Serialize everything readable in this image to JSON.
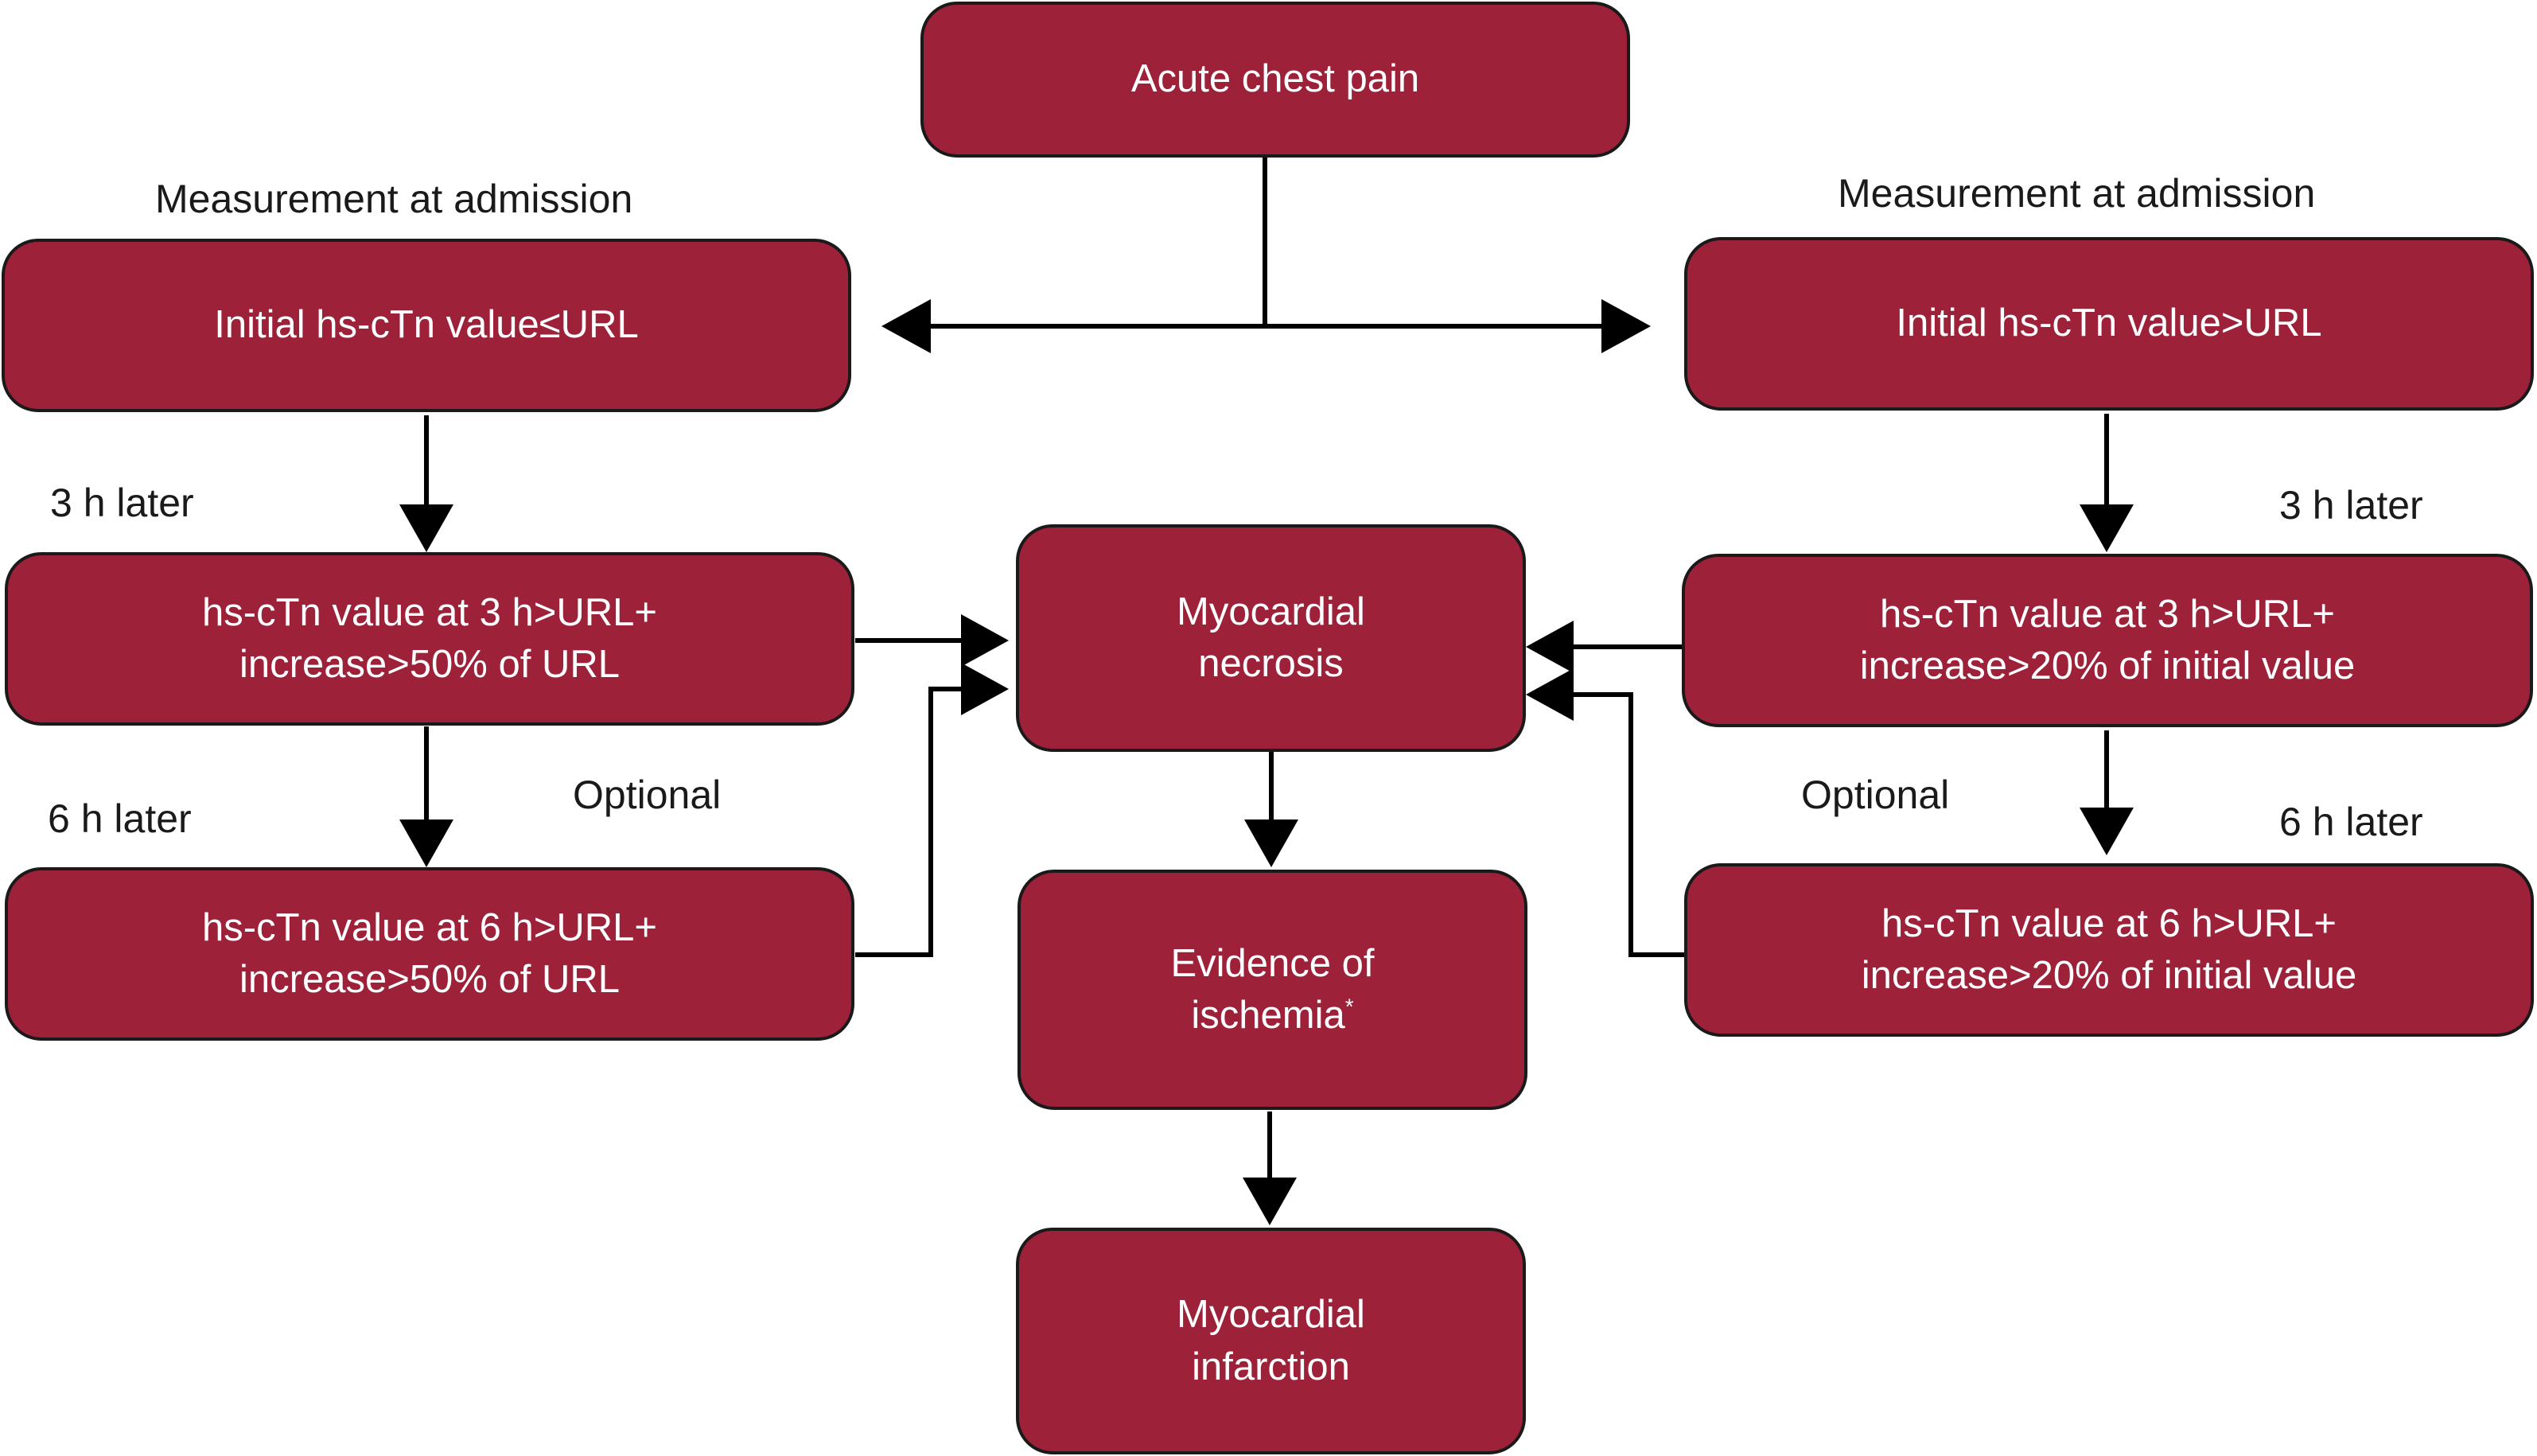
{
  "colors": {
    "box_fill": "#9c2139",
    "box_border": "#1a1a1a",
    "box_text": "#ffffff",
    "line": "#000000",
    "label_text": "#1a1a1a"
  },
  "start": {
    "line1": "Acute chest pain"
  },
  "left": {
    "header": "Measurement at admission",
    "initial": {
      "line1": "Initial hs-cTn value≤URL"
    },
    "step3_label": "3 h later",
    "at3h": {
      "line1": "hs-cTn value at 3 h>URL+",
      "line2": "increase>50% of URL"
    },
    "step6_label": "6 h later",
    "optional_label": "Optional",
    "at6h": {
      "line1": "hs-cTn value at 6 h>URL+",
      "line2": "increase>50% of URL"
    }
  },
  "right": {
    "header": "Measurement at admission",
    "initial": {
      "line1": "Initial hs-cTn value>URL"
    },
    "step3_label": "3 h later",
    "at3h": {
      "line1": "hs-cTn value at 3 h>URL+",
      "line2": "increase>20% of initial value"
    },
    "step6_label": "6 h later",
    "optional_label": "Optional",
    "at6h": {
      "line1": "hs-cTn value at 6 h>URL+",
      "line2": "increase>20% of initial value"
    }
  },
  "center": {
    "necrosis": {
      "line1": "Myocardial",
      "line2": "necrosis"
    },
    "ischemia": {
      "line1": "Evidence of",
      "line2": "ischemia",
      "footnote_mark": "*"
    },
    "infarction": {
      "line1": "Myocardial",
      "line2": "infarction"
    }
  }
}
